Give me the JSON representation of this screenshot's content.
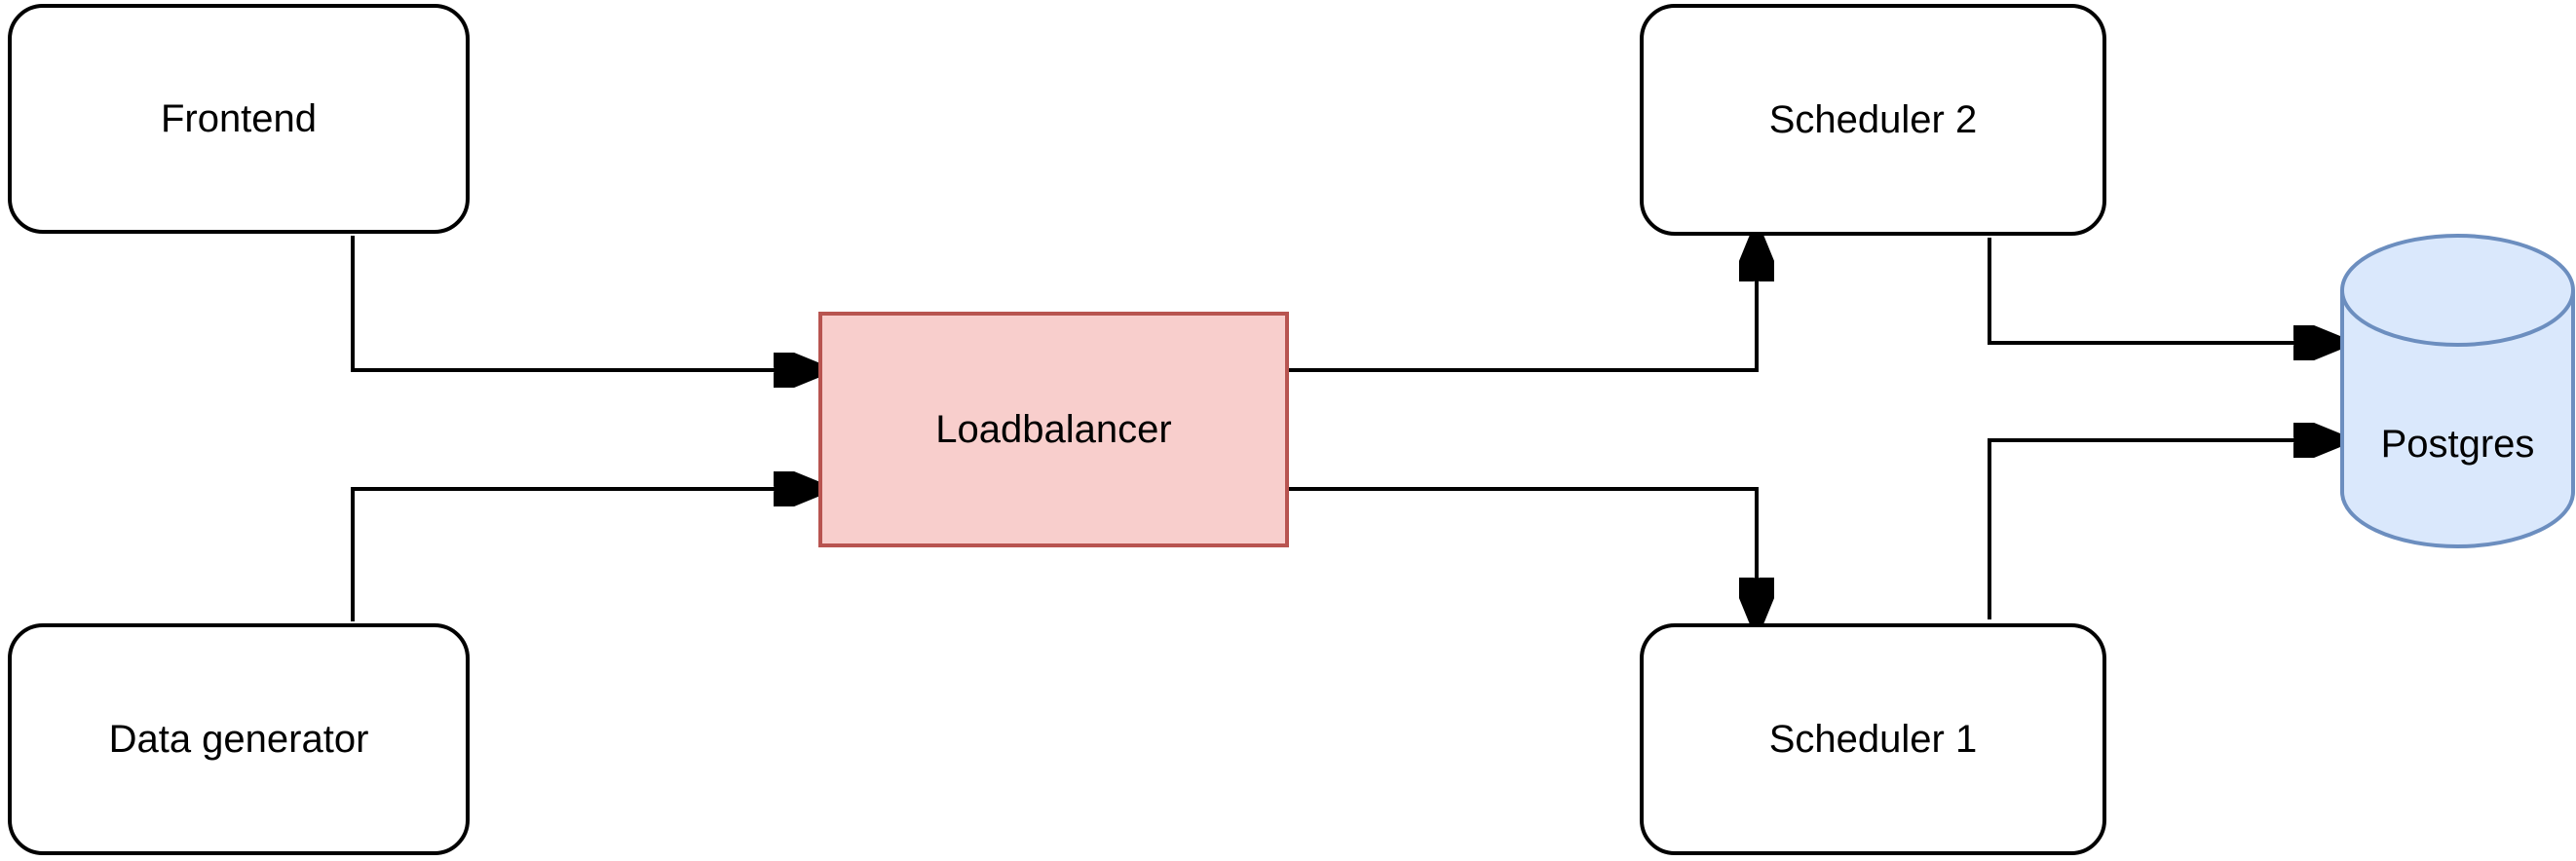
{
  "diagram": {
    "nodes": {
      "frontend": {
        "label": "Frontend",
        "shape": "rounded-rectangle"
      },
      "data_generator": {
        "label": "Data generator",
        "shape": "rounded-rectangle"
      },
      "loadbalancer": {
        "label": "Loadbalancer",
        "shape": "rectangle",
        "fill": "#f8cecc",
        "stroke": "#b85450"
      },
      "scheduler_2": {
        "label": "Scheduler 2",
        "shape": "rounded-rectangle"
      },
      "scheduler_1": {
        "label": "Scheduler 1",
        "shape": "rounded-rectangle"
      },
      "postgres": {
        "label": "Postgres",
        "shape": "cylinder",
        "fill": "#dae8fc",
        "stroke": "#6c8ebf"
      }
    },
    "edges": [
      {
        "from": "frontend",
        "to": "loadbalancer"
      },
      {
        "from": "data_generator",
        "to": "loadbalancer"
      },
      {
        "from": "loadbalancer",
        "to": "scheduler_2"
      },
      {
        "from": "loadbalancer",
        "to": "scheduler_1"
      },
      {
        "from": "scheduler_2",
        "to": "postgres"
      },
      {
        "from": "scheduler_1",
        "to": "postgres"
      }
    ]
  },
  "colors": {
    "node_fill": "#ffffff",
    "node_stroke": "#000000",
    "loadbalancer_fill": "#f8cecc",
    "loadbalancer_stroke": "#b85450",
    "postgres_fill": "#dae8fc",
    "postgres_stroke": "#6c8ebf",
    "connector": "#000000",
    "label_text": "#000000",
    "canvas_bg": "#ffffff"
  }
}
